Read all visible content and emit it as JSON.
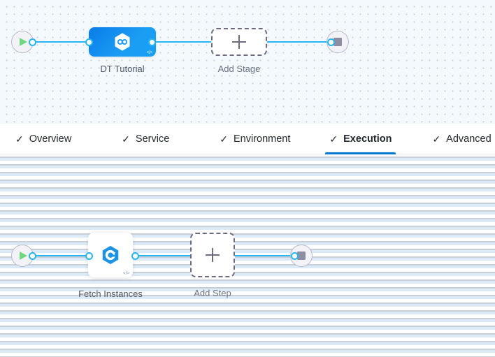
{
  "theme": {
    "accent_blue": "#0278d5",
    "connector_blue": "#27b6f0",
    "stage_blue": "#1b9df4",
    "step_icon_blue": "#1f93e3",
    "play_green": "#6fd77f",
    "stop_gray": "#8e8ea3",
    "dashed_gray": "#6b6b82",
    "canvas_top_bg": "#f3f9fd",
    "canvas_bottom_bg": "#ffffff",
    "label_text": "#4f5662"
  },
  "stage_canvas": {
    "start_node": {
      "name": "Start",
      "icon": "play-icon"
    },
    "stop_node": {
      "name": "Stop",
      "icon": "stop-icon"
    },
    "stages": [
      {
        "label": "DT Tutorial",
        "icon": "harness-hexagon-infinity-icon",
        "selected": true,
        "code_badge": "</>"
      }
    ],
    "add_stage": {
      "label": "Add Stage",
      "icon": "plus-icon"
    }
  },
  "tab_bar": {
    "tabs": [
      {
        "label": "Overview",
        "checked": true,
        "active": false
      },
      {
        "label": "Service",
        "checked": true,
        "active": false
      },
      {
        "label": "Environment",
        "checked": true,
        "active": false
      },
      {
        "label": "Execution",
        "checked": true,
        "active": true
      },
      {
        "label": "Advanced",
        "checked": true,
        "active": false
      }
    ],
    "check_glyph": "✓"
  },
  "step_canvas": {
    "start_node": {
      "name": "Start",
      "icon": "play-icon"
    },
    "stop_node": {
      "name": "Stop",
      "icon": "stop-icon"
    },
    "steps": [
      {
        "label": "Fetch Instances",
        "icon": "elastigroup-hexagon-e-icon",
        "code_badge": "</>"
      }
    ],
    "add_step": {
      "label": "Add Step",
      "icon": "plus-icon"
    }
  }
}
